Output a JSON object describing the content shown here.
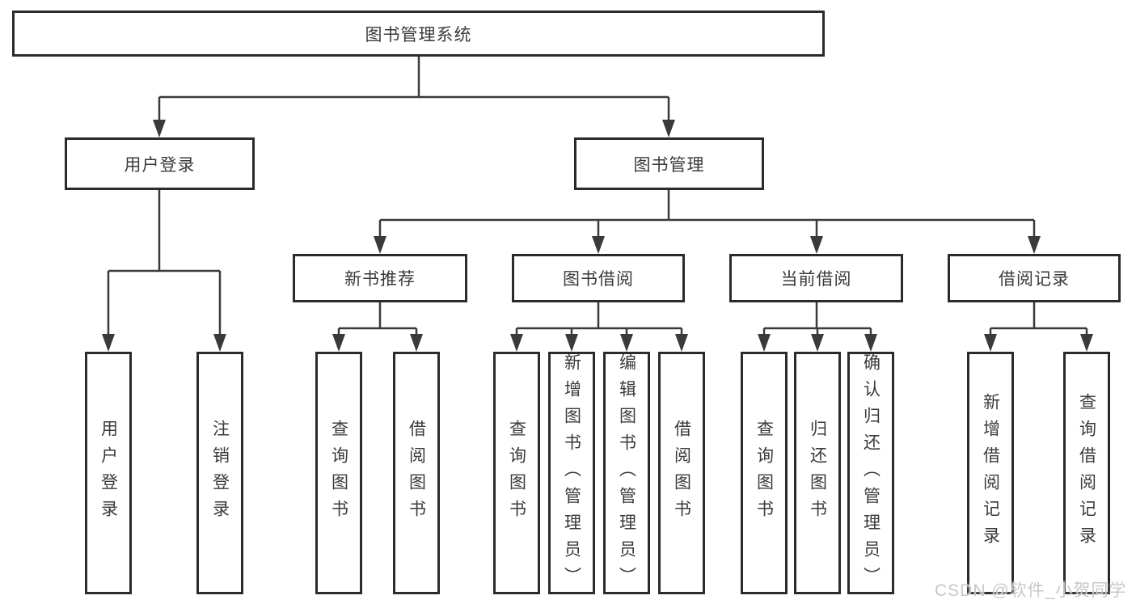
{
  "diagram": {
    "root": {
      "label": "图书管理系统",
      "children": [
        {
          "label": "用户登录",
          "children": [
            {
              "label": "用户登录"
            },
            {
              "label": "注销登录"
            }
          ]
        },
        {
          "label": "图书管理",
          "children": [
            {
              "label": "新书推荐",
              "children": [
                {
                  "label": "查询图书"
                },
                {
                  "label": "借阅图书"
                }
              ]
            },
            {
              "label": "图书借阅",
              "children": [
                {
                  "label": "查询图书"
                },
                {
                  "label": "新增图书（管理员）"
                },
                {
                  "label": "编辑图书（管理员）"
                },
                {
                  "label": "借阅图书"
                }
              ]
            },
            {
              "label": "当前借阅",
              "children": [
                {
                  "label": "查询图书"
                },
                {
                  "label": "归还图书"
                },
                {
                  "label": "确认归还（管理员）"
                }
              ]
            },
            {
              "label": "借阅记录",
              "children": [
                {
                  "label": "新增借阅记录"
                },
                {
                  "label": "查询借阅记录"
                }
              ]
            }
          ]
        }
      ]
    }
  },
  "watermark": {
    "text": "CSDN @软件_小贺同学"
  },
  "colors": {
    "line": "#3a3a3a",
    "border": "#2b2b2b",
    "text": "#3a3a3a",
    "watermark": "#c8c8c8",
    "background": "#ffffff"
  }
}
